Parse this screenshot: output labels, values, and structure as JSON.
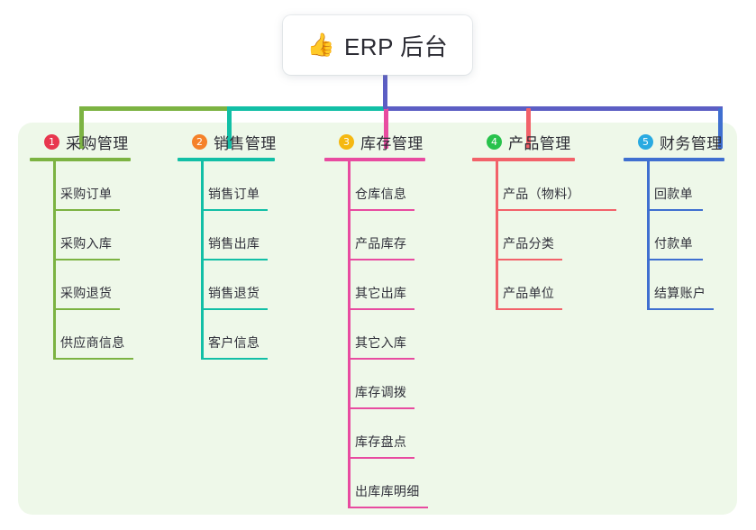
{
  "diagram": {
    "type": "mindmap-tree",
    "root": {
      "icon": "thumbs-up-icon",
      "icon_glyph": "👍",
      "label": "ERP 后台"
    },
    "panel_background": "#eef8e9",
    "connector_bus_color_left": "#7cb342",
    "connector_bus_color_mid": "#12bfa6",
    "connector_bus_color_right": "#5c5ec4",
    "root_stem_color": "#5c5ec4",
    "branches": [
      {
        "number": "1",
        "title": "采购管理",
        "badge_color": "#e8374f",
        "line_color": "#7cb342",
        "rule_color": "#7cb342",
        "drop_color": "#7cb342",
        "items": [
          "采购订单",
          "采购入库",
          "采购退货",
          "供应商信息"
        ]
      },
      {
        "number": "2",
        "title": "销售管理",
        "badge_color": "#f5822a",
        "line_color": "#12bfa6",
        "rule_color": "#12bfa6",
        "drop_color": "#12bfa6",
        "items": [
          "销售订单",
          "销售出库",
          "销售退货",
          "客户信息"
        ]
      },
      {
        "number": "3",
        "title": "库存管理",
        "badge_color": "#f5b811",
        "line_color": "#e84ba0",
        "rule_color": "#e84ba0",
        "drop_color": "#e84ba0",
        "items": [
          "仓库信息",
          "产品库存",
          "其它出库",
          "其它入库",
          "库存调拨",
          "库存盘点",
          "出库库明细"
        ]
      },
      {
        "number": "4",
        "title": "产品管理",
        "badge_color": "#28c24c",
        "line_color": "#f2626a",
        "rule_color": "#f2626a",
        "drop_color": "#f2626a",
        "items": [
          "产品（物料）",
          "产品分类",
          "产品单位"
        ]
      },
      {
        "number": "5",
        "title": "财务管理",
        "badge_color": "#29aae1",
        "line_color": "#3f6fd0",
        "rule_color": "#3f6fd0",
        "drop_color": "#3f6fd0",
        "items": [
          "回款单",
          "付款单",
          "结算账户"
        ]
      }
    ]
  }
}
